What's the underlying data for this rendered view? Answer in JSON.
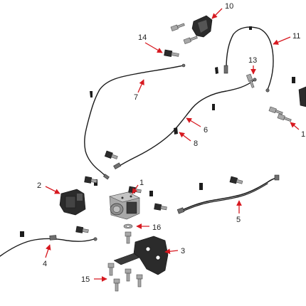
{
  "callouts": [
    {
      "id": "1",
      "label": "1"
    },
    {
      "id": "2",
      "label": "2"
    },
    {
      "id": "3",
      "label": "3"
    },
    {
      "id": "4",
      "label": "4"
    },
    {
      "id": "5",
      "label": "5"
    },
    {
      "id": "6",
      "label": "6"
    },
    {
      "id": "7",
      "label": "7"
    },
    {
      "id": "8",
      "label": "8"
    },
    {
      "id": "10",
      "label": "10"
    },
    {
      "id": "11",
      "label": "11"
    },
    {
      "id": "12",
      "label": "1"
    },
    {
      "id": "13",
      "label": "13"
    },
    {
      "id": "14",
      "label": "14"
    },
    {
      "id": "15",
      "label": "15"
    },
    {
      "id": "16",
      "label": "16"
    }
  ],
  "colors": {
    "arrow": "#d71920",
    "line": "#1a1a1a",
    "text": "#222222",
    "part_dark": "#2b2b2b",
    "part_metal": "#a8a8a8"
  }
}
